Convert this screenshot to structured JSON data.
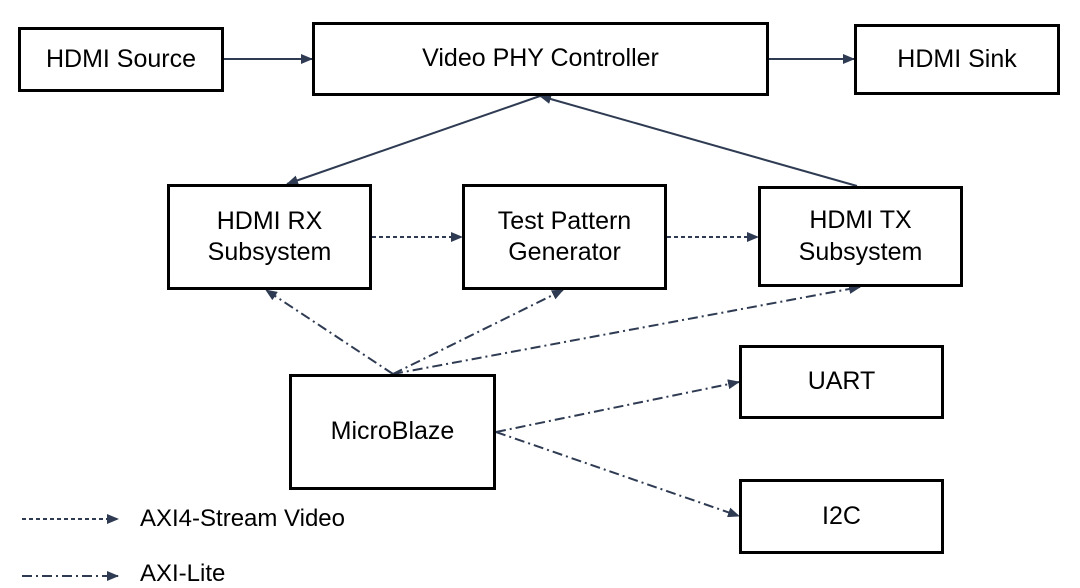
{
  "blocks": {
    "hdmi_source": {
      "label": "HDMI Source"
    },
    "video_phy": {
      "label": "Video PHY Controller"
    },
    "hdmi_sink": {
      "label": "HDMI Sink"
    },
    "hdmi_rx": {
      "line1": "HDMI RX",
      "line2": "Subsystem"
    },
    "tpg": {
      "line1": "Test Pattern",
      "line2": "Generator"
    },
    "hdmi_tx": {
      "line1": "HDMI TX",
      "line2": "Subsystem"
    },
    "microblaze": {
      "label": "MicroBlaze"
    },
    "uart": {
      "label": "UART"
    },
    "i2c": {
      "label": "I2C"
    }
  },
  "legend": {
    "stream": {
      "label": "AXI4-Stream Video"
    },
    "lite": {
      "label": "AXI-Lite"
    }
  },
  "colors": {
    "line": "#2e3b52",
    "box_border": "#000000",
    "text": "#000000"
  }
}
